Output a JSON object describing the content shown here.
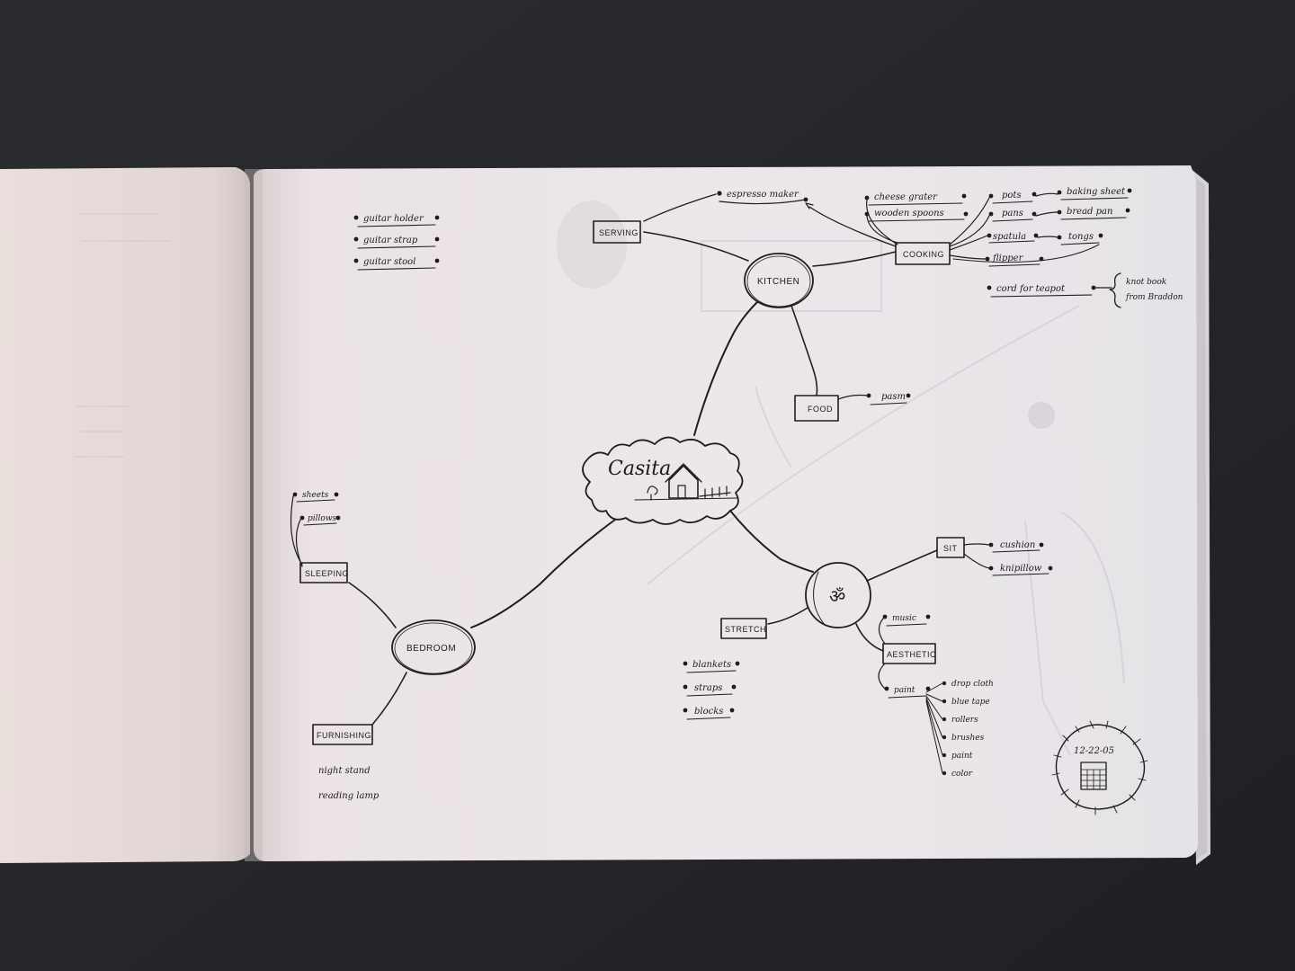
{
  "center": {
    "title": "Casita"
  },
  "kitchen": {
    "hub": "KITCHEN",
    "serving": "SERVING",
    "espresso": "espresso maker",
    "cooking": "COOKING",
    "cooking_items": [
      "cheese grater",
      "wooden spoons",
      "pots",
      "pans",
      "spatula",
      "flipper",
      "baking sheet",
      "bread pan",
      "tongs"
    ],
    "cord": "cord for teapot",
    "cord_note_line1": "knot book",
    "cord_note_line2": "from Braddon",
    "food": "FOOD",
    "food_item": "pasm"
  },
  "guitar_items": [
    "guitar holder",
    "guitar strap",
    "guitar stool"
  ],
  "bedroom": {
    "hub": "BEDROOM",
    "sleeping": "SLEEPING",
    "sleeping_items": [
      "sheets",
      "pillows"
    ],
    "furnishing": "FURNISHING",
    "furnishing_items": [
      "night stand",
      "reading lamp"
    ]
  },
  "yoga": {
    "hub": "ॐ",
    "sit": "SIT",
    "sit_items": [
      "cushion",
      "knipillow"
    ],
    "stretch": "STRETCH",
    "stretch_items": [
      "blankets",
      "straps",
      "blocks"
    ],
    "aesthetic": "AESTHETIC",
    "music": "music",
    "paint": "paint",
    "paint_items": [
      "drop cloth",
      "blue tape",
      "rollers",
      "brushes",
      "paint",
      "color"
    ]
  },
  "date_stamp": "12-22-05",
  "colors": {
    "table": "#26272b",
    "paper_right": "#ebe6ea",
    "paper_left": "#e4d8d6",
    "ink": "#1e1e1e"
  }
}
